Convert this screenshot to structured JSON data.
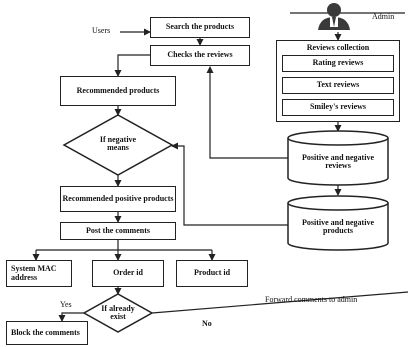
{
  "nodes": {
    "users": "Users",
    "admin": "Admin",
    "search_products": "Search the products",
    "checks_reviews": "Checks the reviews",
    "recommended_products": "Recommended products",
    "if_negative_means": "If negative means",
    "recommended_positive_products": "Recommended positive products",
    "post_comments": "Post the comments",
    "system_mac_address": "System MAC address",
    "order_id": "Order id",
    "product_id": "Product id",
    "if_already_exist": "If already exist",
    "block_comments": "Block the comments",
    "reviews_collection": "Reviews collection",
    "rating_reviews": "Rating reviews",
    "text_reviews": "Text reviews",
    "smileys_reviews": "Smiley's reviews",
    "pos_neg_reviews": "Positive and negative reviews",
    "pos_neg_products": "Positive and negative products"
  },
  "edge_labels": {
    "yes": "Yes",
    "no": "No",
    "forward_comments": "Forward comments to admin"
  },
  "colors": {
    "stroke": "#222222",
    "background": "#ffffff",
    "admin_icon": "#3a3a3a"
  },
  "icons": {
    "admin": "person-icon"
  }
}
